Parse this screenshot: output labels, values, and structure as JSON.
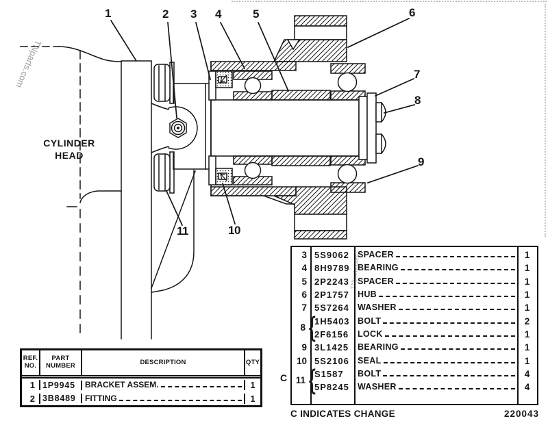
{
  "watermarks": {
    "top_left": "TNparts.com",
    "table": "TNparts.com"
  },
  "drawing": {
    "cylinder_head_line1": "CYLINDER",
    "cylinder_head_line2": "HEAD",
    "callouts": {
      "c1": "1",
      "c2": "2",
      "c3": "3",
      "c4": "4",
      "c5": "5",
      "c6": "6",
      "c7": "7",
      "c8": "8",
      "c9": "9",
      "c10": "10",
      "c11": "11"
    }
  },
  "left_table": {
    "headers": {
      "ref1": "REF.",
      "ref2": "NO.",
      "part1": "PART",
      "part2": "NUMBER",
      "desc": "DESCRIPTION",
      "qty": "QTY"
    },
    "rows": [
      {
        "ref": "1",
        "part": "1P9945",
        "desc": "BRACKET ASSEM.",
        "qty": "1"
      },
      {
        "ref": "2",
        "part": "3B8489",
        "desc": "FITTING",
        "qty": "1"
      }
    ]
  },
  "right_table": {
    "rows": [
      {
        "ref": "3",
        "part": "5S9062",
        "desc": "SPACER",
        "qty": "1"
      },
      {
        "ref": "4",
        "part": "8H9789",
        "desc": "BEARING",
        "qty": "1"
      },
      {
        "ref": "5",
        "part": "2P2243",
        "desc": "SPACER",
        "qty": "1"
      },
      {
        "ref": "6",
        "part": "2P1757",
        "desc": "HUB",
        "qty": "1"
      },
      {
        "ref": "7",
        "part": "5S7264",
        "desc": "WASHER",
        "qty": "1"
      },
      {
        "ref": "",
        "part": "1H5403",
        "desc": "BOLT",
        "qty": "2"
      },
      {
        "ref": "",
        "part": "2F6156",
        "desc": "LOCK",
        "qty": "1"
      },
      {
        "ref": "9",
        "part": "3L1425",
        "desc": "BEARING",
        "qty": "1"
      },
      {
        "ref": "10",
        "part": "5S2106",
        "desc": "SEAL",
        "qty": "1"
      },
      {
        "ref": "",
        "part": "S1587",
        "desc": "BOLT",
        "qty": "4"
      },
      {
        "ref": "",
        "part": "5P8245",
        "desc": "WASHER",
        "qty": "4"
      }
    ],
    "groups": [
      {
        "ref": "8",
        "brace": "{"
      },
      {
        "ref": "11",
        "brace": "{"
      }
    ],
    "change_marker": "C"
  },
  "footer": {
    "note": "C INDICATES CHANGE",
    "code": "220043"
  }
}
